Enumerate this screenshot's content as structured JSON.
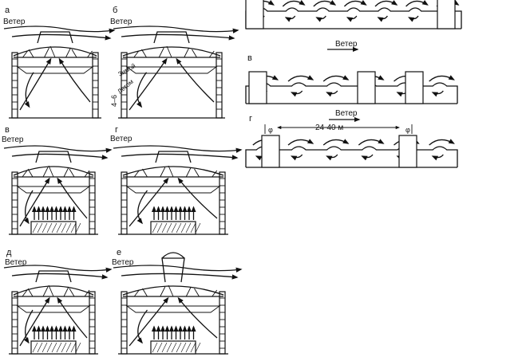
{
  "panels_left": [
    {
      "letter": "а",
      "wind": "Ветер"
    },
    {
      "letter": "б",
      "wind": "Ветер",
      "winter": "Зимой",
      "summer": "Летом",
      "height": "4–6"
    },
    {
      "letter": "в",
      "wind": "Ветер"
    },
    {
      "letter": "г",
      "wind": "Ветер"
    },
    {
      "letter": "д",
      "wind": "Ветер"
    },
    {
      "letter": "е",
      "wind": "Ветер"
    }
  ],
  "panels_right": [
    {
      "letter": "",
      "wind": "Ветер"
    },
    {
      "letter": "в",
      "wind": ""
    },
    {
      "letter": "г",
      "wind": "Ветер",
      "span": "24-40 м",
      "phi1": "φ",
      "phi2": "φ"
    }
  ]
}
